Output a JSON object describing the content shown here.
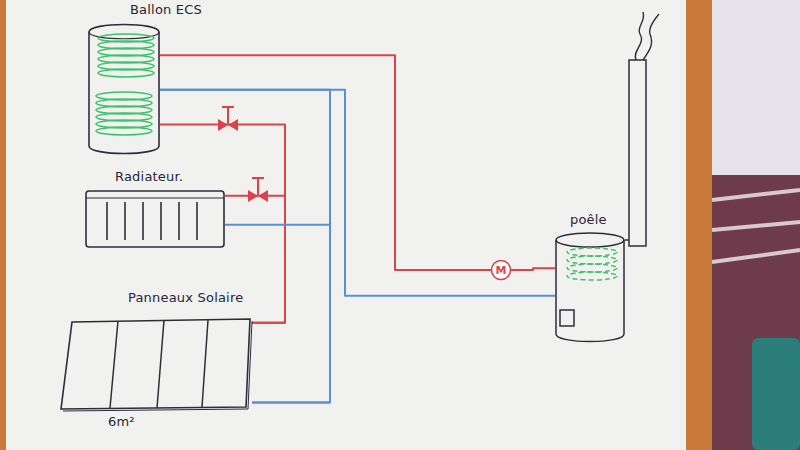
{
  "diagram": {
    "nodes": [
      {
        "text": [
          "Ballon ECS"
        ]
      },
      {
        "text": [
          "Radiateur."
        ]
      },
      {
        "text": [
          "poêle"
        ]
      },
      {
        "text": [
          "M"
        ]
      },
      {
        "text": [
          "Panneaux Solaire"
        ]
      }
    ],
    "edges": [
      {
        "from": 0,
        "to": 3,
        "arrow": "none"
      },
      {
        "from": 3,
        "to": 2,
        "arrow": "none"
      },
      {
        "from": 0,
        "to": 2,
        "arrow": "none"
      },
      {
        "from": 0,
        "to": 4,
        "arrow": "none"
      },
      {
        "from": 1,
        "to": 4,
        "arrow": "none"
      },
      {
        "from": 0,
        "to": 4,
        "arrow": "none"
      },
      {
        "from": 1,
        "to": 4,
        "arrow": "none"
      }
    ],
    "labels": [
      "6m²"
    ]
  }
}
